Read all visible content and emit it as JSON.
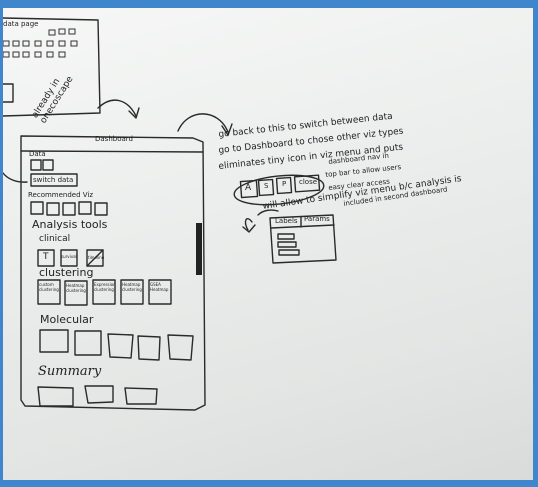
{
  "top_note": {
    "title": "data page",
    "caption": "already in onecoscape"
  },
  "dashboard_sketch": {
    "title": "Dashboard",
    "section_data": "Data",
    "switch_data": "switch data",
    "recommended": "Recommended Viz",
    "analysis_tools": "Analysis tools",
    "clinical": "clinical",
    "clinical_tiles": [
      "T",
      "survival",
      "timeline"
    ],
    "clustering": "clustering",
    "clustering_tiles": [
      "custom clustering",
      "Heatmap clustering",
      "Expression clustering",
      "Heatmap clustering",
      "GSEA Heatmap"
    ],
    "molecular": "Molecular",
    "summary": "Summary"
  },
  "notes": {
    "line1": "go back to this to switch between data",
    "line2": "go to Dashboard to chose other viz types",
    "line3": "eliminates tiny icon in viz menu and puts",
    "line3b": "dashboard nav in",
    "line4": "top bar to allow users",
    "line5": "easy clear access",
    "toolbar_buttons": [
      "A",
      "S",
      "P",
      "close"
    ],
    "line6": "will allow to simplify viz menu b/c analysis is",
    "line7": "included in second dashboard",
    "tabs": [
      "Labels",
      "Params"
    ]
  }
}
